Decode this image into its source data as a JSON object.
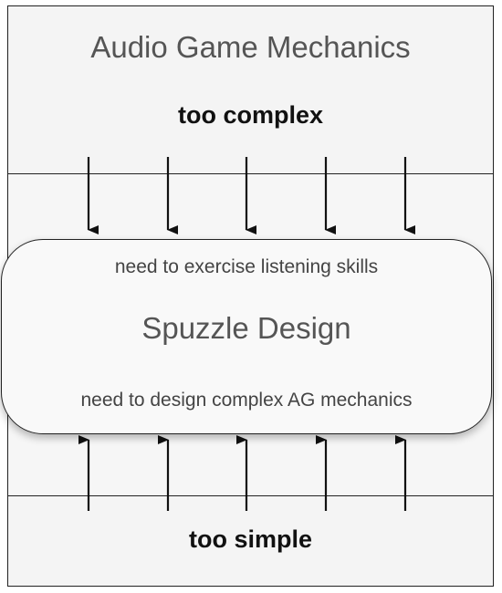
{
  "diagram": {
    "title": "Audio Game Mechanics",
    "top_label": "too complex",
    "bottom_label": "too simple",
    "center_box": {
      "title": "Spuzzle Design",
      "upper_text": "need to exercise listening skills",
      "lower_text": "need to design complex AG mechanics"
    },
    "arrows": {
      "down_count": 5,
      "up_count": 5
    }
  }
}
